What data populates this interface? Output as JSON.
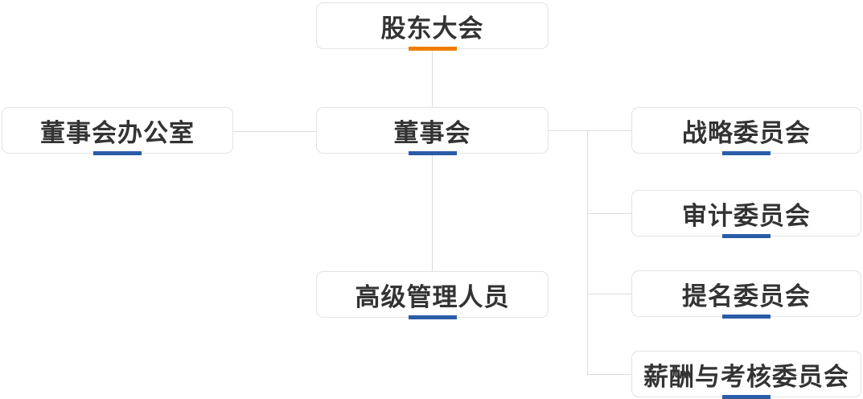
{
  "colors": {
    "accent_orange": "#f07d00",
    "accent_blue": "#2b5ca8",
    "node_border": "#e3e3e3",
    "connector_line": "#dcdcdc",
    "text": "#333333"
  },
  "diagram": {
    "type": "org-chart",
    "title": "",
    "nodes": {
      "shareholders_meeting": {
        "label": "股东大会",
        "accent": "orange"
      },
      "board_office": {
        "label": "董事会办公室",
        "accent": "blue"
      },
      "board_of_directors": {
        "label": "董事会",
        "accent": "blue"
      },
      "senior_management": {
        "label": "高级管理人员",
        "accent": "blue"
      },
      "strategy_committee": {
        "label": "战略委员会",
        "accent": "blue"
      },
      "audit_committee": {
        "label": "审计委员会",
        "accent": "blue"
      },
      "nomination_committee": {
        "label": "提名委员会",
        "accent": "blue"
      },
      "remuneration_assessment_committee": {
        "label": "薪酬与考核委员会",
        "accent": "blue"
      }
    },
    "edges": [
      {
        "from": "shareholders_meeting",
        "to": "board_of_directors"
      },
      {
        "from": "board_of_directors",
        "to": "board_office"
      },
      {
        "from": "board_of_directors",
        "to": "senior_management"
      },
      {
        "from": "board_of_directors",
        "to": "strategy_committee"
      },
      {
        "from": "board_of_directors",
        "to": "audit_committee"
      },
      {
        "from": "board_of_directors",
        "to": "nomination_committee"
      },
      {
        "from": "board_of_directors",
        "to": "remuneration_assessment_committee"
      }
    ]
  }
}
